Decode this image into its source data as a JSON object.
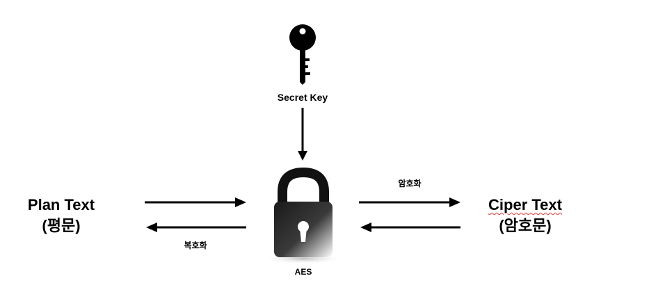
{
  "plain": {
    "title": "Plan Text",
    "subtitle": "(평문)"
  },
  "cipher": {
    "title": "Ciper Text",
    "subtitle": "(암호문)"
  },
  "key": {
    "label": "Secret Key",
    "icon": "key-icon"
  },
  "lock": {
    "label": "AES",
    "icon": "padlock-icon"
  },
  "arrows": {
    "encrypt_label": "암호화",
    "decrypt_label": "복호화"
  },
  "colors": {
    "ink": "#000000",
    "lock_dark": "#222222",
    "lock_light": "#ffffff",
    "misspell": "#e53935"
  }
}
